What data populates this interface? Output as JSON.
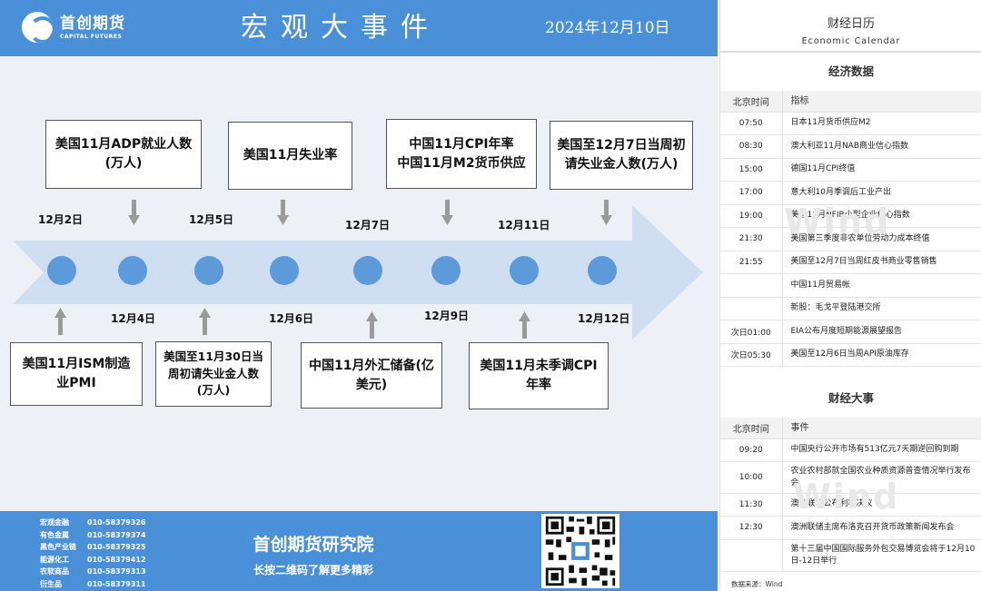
{
  "header": {
    "logo_cn": "首创期货",
    "logo_en": "CAPITAL FUTURES",
    "title": "宏观大事件",
    "date": "2024年12月10日"
  },
  "timeline": {
    "dates_top": [
      "12月2日",
      "12月5日",
      "12月7日",
      "12月11日"
    ],
    "dates_bottom": [
      "12月4日",
      "12月6日",
      "12月9日",
      "12月12日"
    ],
    "events_top": [
      "美国11月ADP就业人数(万人)",
      "美国11月失业率",
      "中国11月CPI年率 中国11月M2货币供应",
      "美国至12月7日当周初请失业金人数(万人)"
    ],
    "events_bottom": [
      "美国11月ISM制造业PMI",
      "美国至11月30日当周初请失业金人数(万人)",
      "中国11月外汇储备(亿美元)",
      "美国11月未季调CPI年率"
    ],
    "colors": {
      "arrow": "#cfdff1",
      "dot": "#5c9ad9",
      "small_arrow": "#999999"
    }
  },
  "footer": {
    "contacts": [
      {
        "label": "宏观金融",
        "phone": "010-58379326"
      },
      {
        "label": "有色金属",
        "phone": "010-58379374"
      },
      {
        "label": "黑色产业链",
        "phone": "010-58379325"
      },
      {
        "label": "能源化工",
        "phone": "010-58379412"
      },
      {
        "label": "农软商品",
        "phone": "010-58379313"
      },
      {
        "label": "衍生品",
        "phone": "010-58379311"
      }
    ],
    "title": "首创期货研究院",
    "subtitle": "长按二维码了解更多精彩"
  },
  "calendar": {
    "title": "财经日历",
    "subtitle": "Economic Calendar",
    "econ_title": "经济数据",
    "col_time": "北京时间",
    "col_indicator": "指标",
    "econ_rows": [
      {
        "time": "07:50",
        "item": "日本11月货币供应M2"
      },
      {
        "time": "08:30",
        "item": "澳大利亚11月NAB商业信心指数"
      },
      {
        "time": "15:00",
        "item": "德国11月CPI终值"
      },
      {
        "time": "17:00",
        "item": "意大利10月季调后工业产出"
      },
      {
        "time": "19:00",
        "item": "美国11月NFIB小型企业信心指数"
      },
      {
        "time": "21:30",
        "item": "美国第三季度非农单位劳动力成本终值"
      },
      {
        "time": "21:55",
        "item": "美国至12月7日当周红皮书商业零售销售"
      },
      {
        "time": "",
        "item": "中国11月贸易帐"
      },
      {
        "time": "",
        "item": "新股：毛戈平登陆港交所"
      },
      {
        "time": "次日01:00",
        "item": "EIA公布月度短期能源展望报告"
      },
      {
        "time": "次日05:30",
        "item": "美国至12月6日当周API原油库存"
      }
    ],
    "events_title": "财经大事",
    "col_event": "事件",
    "event_rows": [
      {
        "time": "09:20",
        "item": "中国央行公开市场有513亿元7天期逆回购到期"
      },
      {
        "time": "10:00",
        "item": "农业农村部就全国农业种质资源普查情况举行发布会"
      },
      {
        "time": "11:30",
        "item": "澳洲联储公布利率决议"
      },
      {
        "time": "12:30",
        "item": "澳洲联储主席布洛克召开货币政策新闻发布会"
      },
      {
        "time": "",
        "item": "第十三届中国国际服务外包交易博览会将于12月10日-12日举行"
      }
    ],
    "source": "数据来源：Wind",
    "watermark": "Wind"
  }
}
